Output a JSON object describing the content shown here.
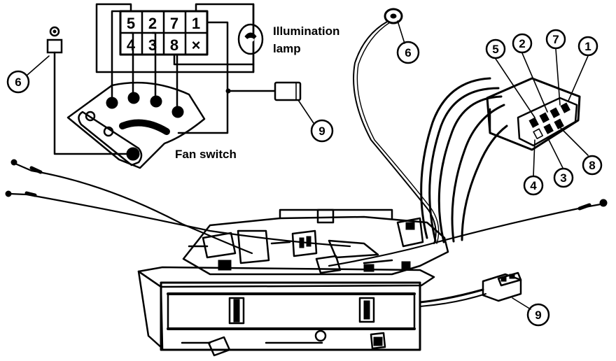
{
  "labels": {
    "illumination_lamp": [
      "Illumination",
      "lamp"
    ],
    "fan_switch": "Fan switch"
  },
  "connector_pins": {
    "top_row": [
      "5",
      "2",
      "7",
      "1"
    ],
    "bottom_row": [
      "4",
      "3",
      "8",
      "×"
    ]
  },
  "callouts": {
    "ground_left": "6",
    "ground_right": "6",
    "connector_top": [
      "5",
      "2",
      "7",
      "1"
    ],
    "connector_bottom": [
      "4",
      "3",
      "8"
    ],
    "plug_upper": "9",
    "plug_lower": "9"
  },
  "colors": {
    "ink": "#000000",
    "paper": "#ffffff"
  }
}
